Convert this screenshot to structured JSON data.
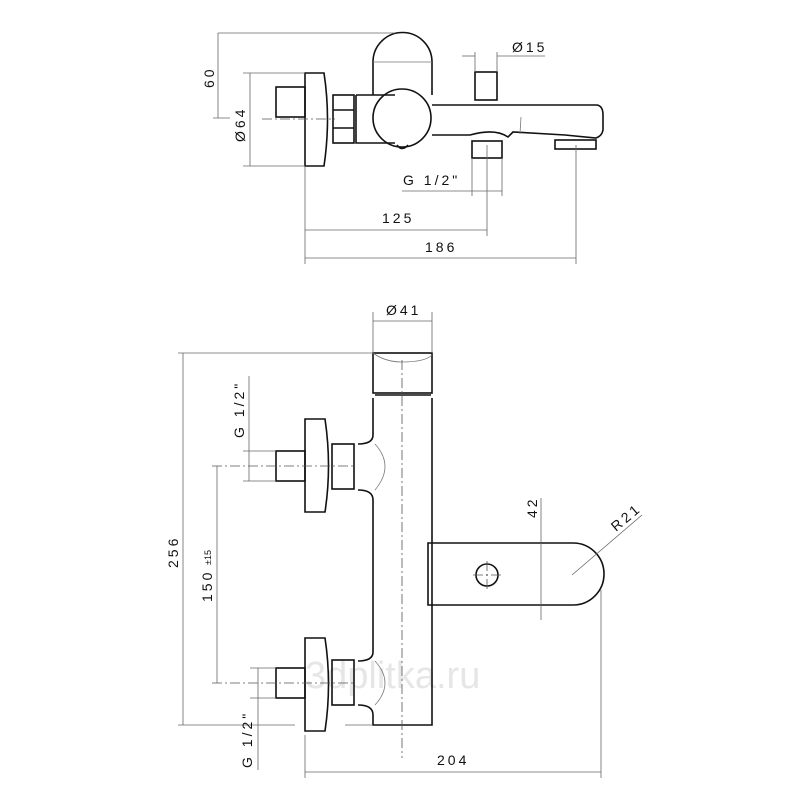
{
  "top_view": {
    "dim_height": "60",
    "dim_handle_diameter": "Ø64",
    "dim_button_diameter": "Ø15",
    "dim_outlet_thread": "G 1/2\"",
    "dim_outlet_offset": "125",
    "dim_total_depth": "186"
  },
  "front_view": {
    "dim_body_diameter": "Ø41",
    "dim_total_height": "256",
    "dim_inlet_spacing": "150",
    "dim_inlet_tolerance": "±15",
    "dim_inlet_thread_top": "G 1/2\"",
    "dim_inlet_thread_bottom": "G 1/2\"",
    "dim_spout_width": "42",
    "dim_spout_radius": "R21",
    "dim_total_projection": "204"
  },
  "watermark": "3dplitka.ru"
}
